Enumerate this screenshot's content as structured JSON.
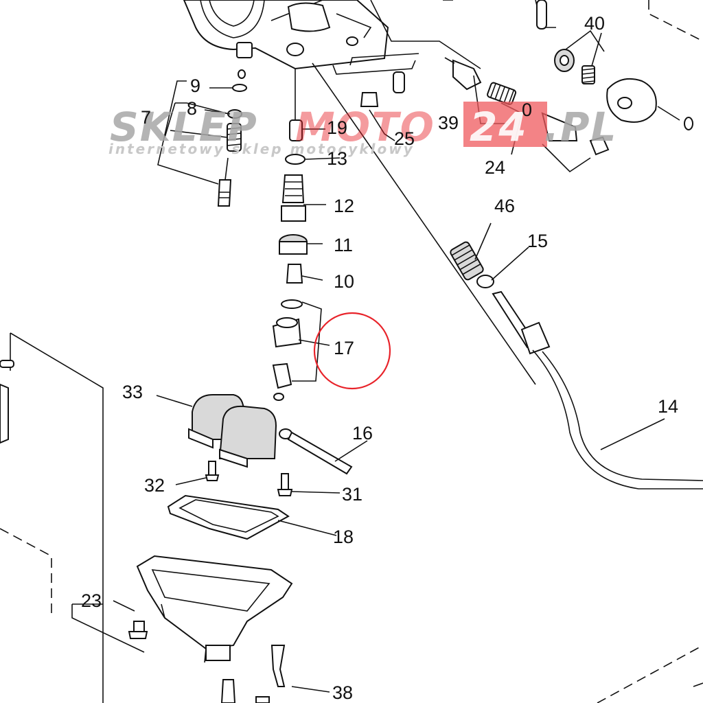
{
  "watermark": {
    "part1": "SKLEP",
    "part2": "MOTO",
    "part3": "24",
    "part4": ".PL",
    "tagline": "internetowy sklep motocyklowy",
    "brand_color": "#e8232a",
    "gray_color": "#b0b0b0"
  },
  "labels": {
    "p40": "40",
    "p9": "9",
    "p8": "8",
    "p7": "7",
    "p19": "19",
    "p25": "25",
    "p39": "39",
    "p0": "0",
    "p24": "24",
    "p13": "13",
    "p12": "12",
    "p11": "11",
    "p10": "10",
    "p46": "46",
    "p15": "15",
    "p17": "17",
    "p33": "33",
    "p14": "14",
    "p16": "16",
    "p32": "32",
    "p31": "31",
    "p18": "18",
    "p23": "23",
    "p38": "38"
  },
  "highlight": {
    "part": "17",
    "color": "#e8232a"
  }
}
